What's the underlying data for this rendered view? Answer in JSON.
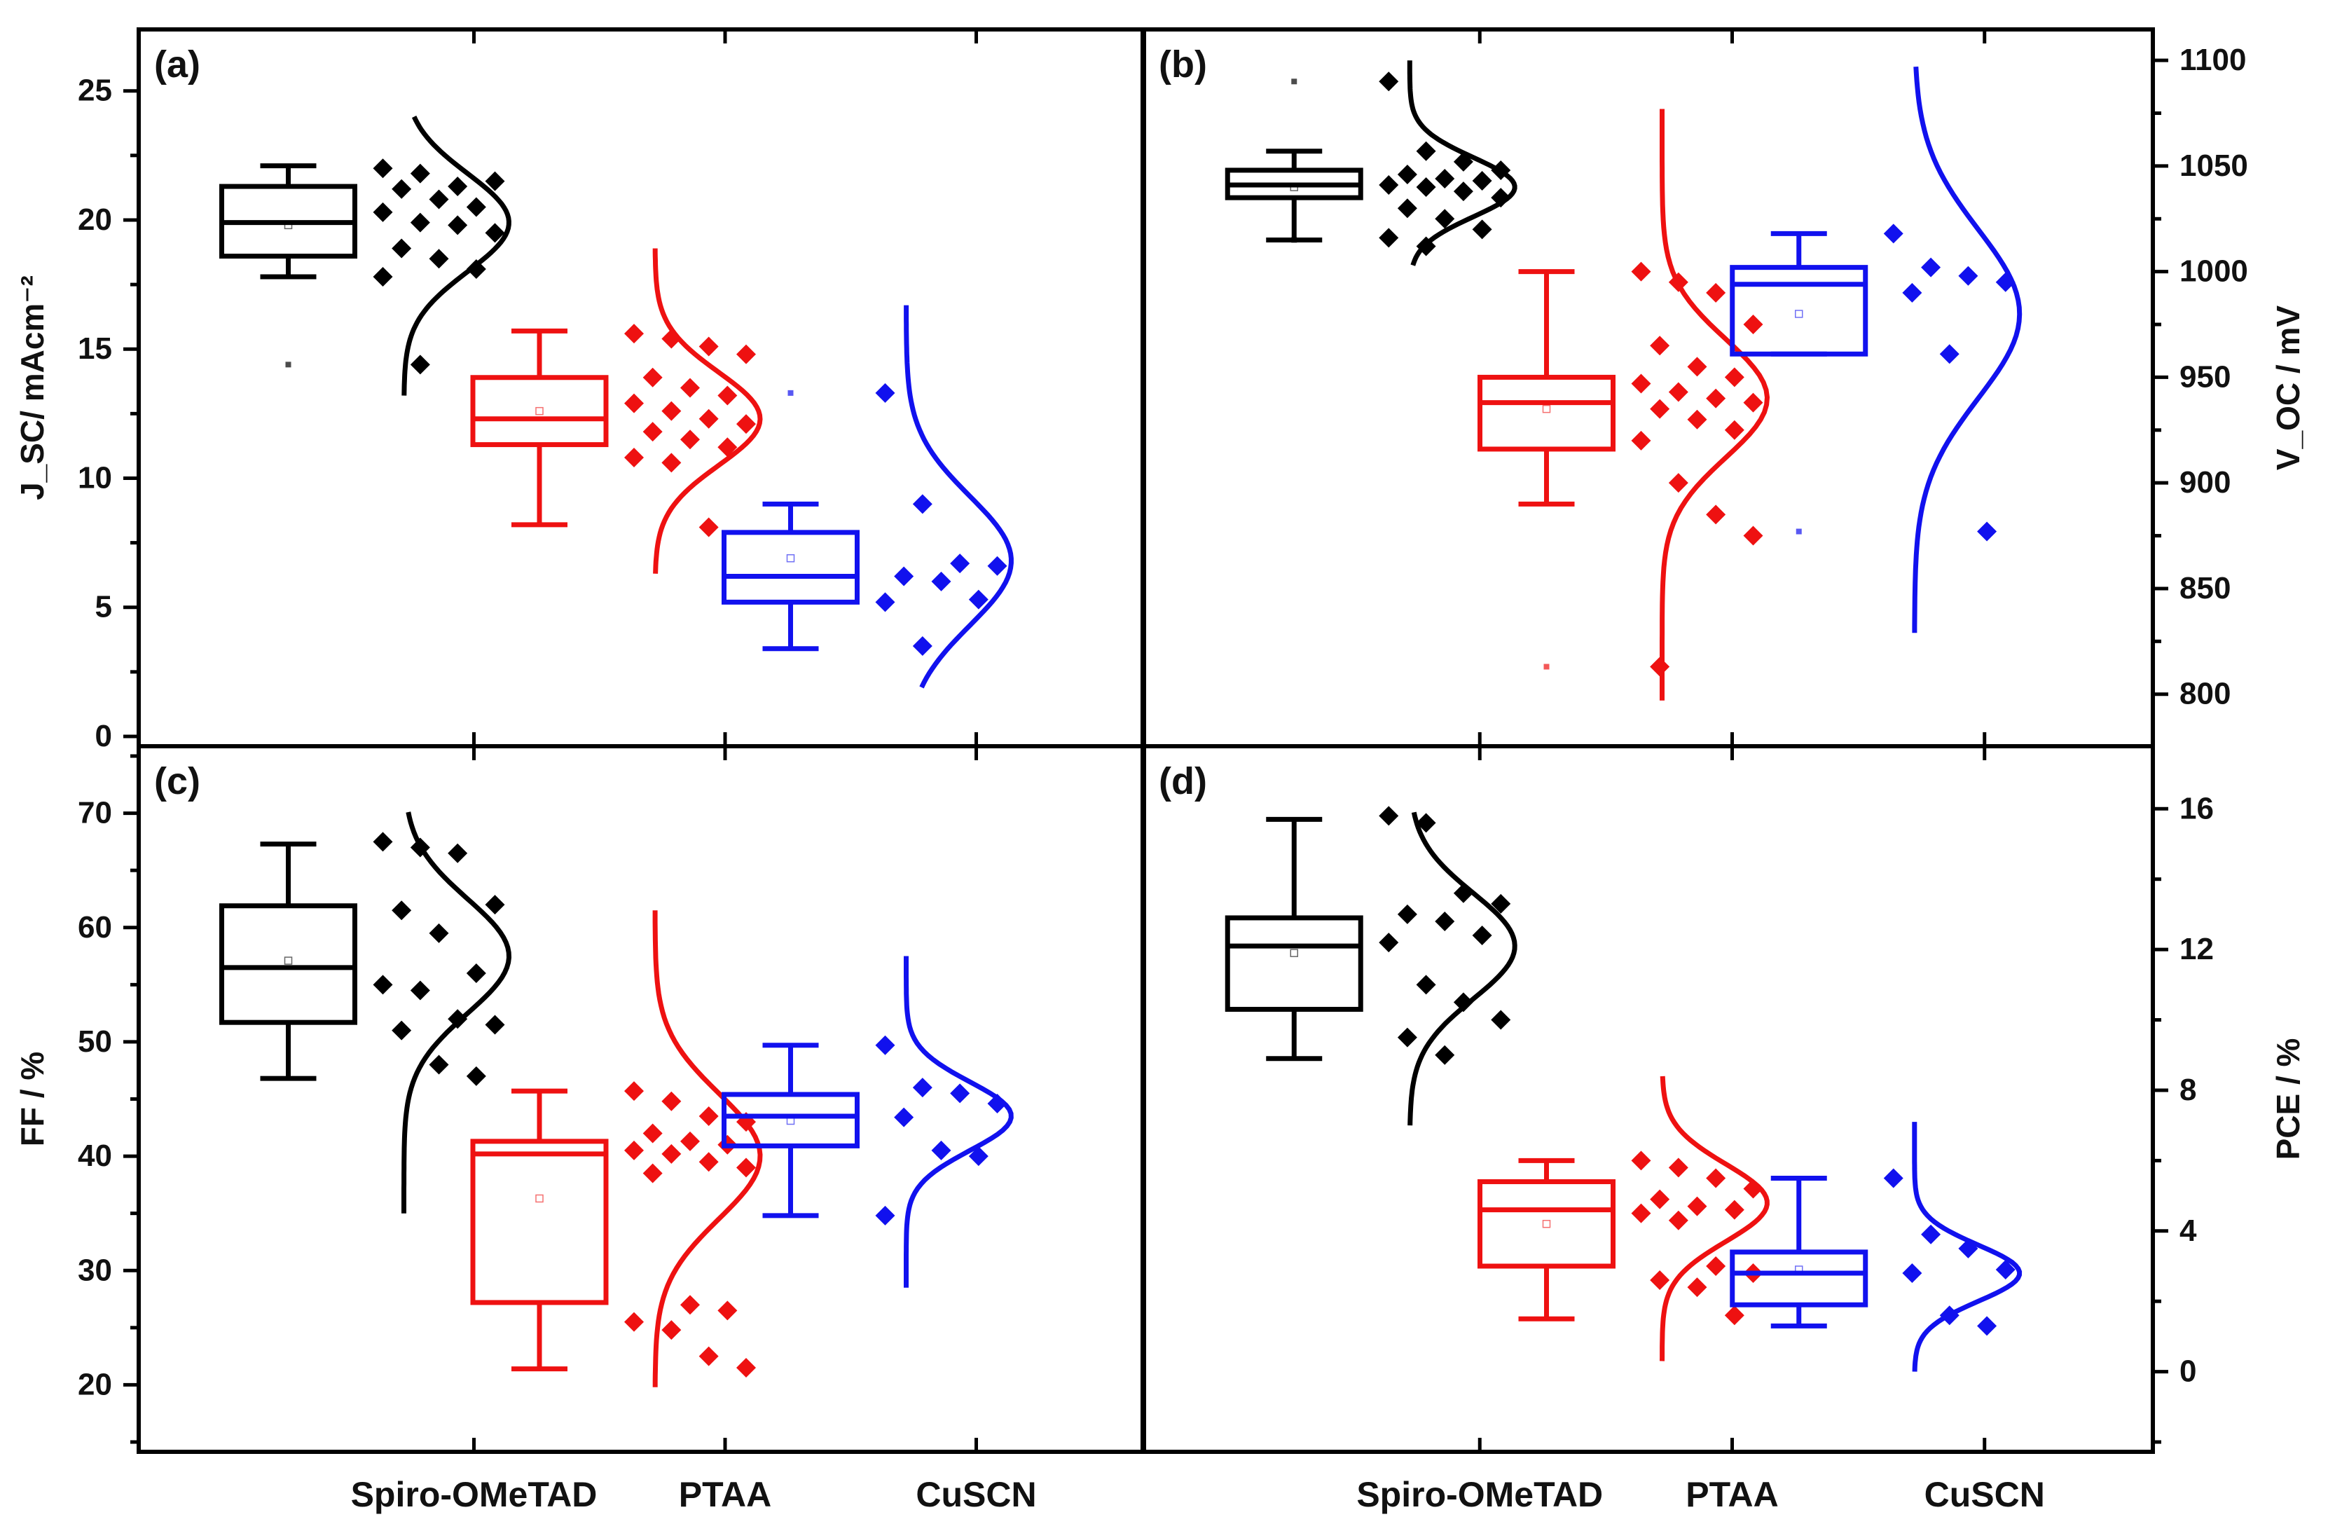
{
  "colors": {
    "Spiro-OMeTAD": "#000000",
    "PTAA": "#ee1111",
    "CuSCN": "#1111ee"
  },
  "categories": [
    "Spiro-OMeTAD",
    "PTAA",
    "CuSCN"
  ],
  "chart_data": [
    {
      "panel": "a",
      "label": "(a)",
      "type": "box+scatter+distribution",
      "ylabel": "J_SC/ mAcm⁻²",
      "ylim": [
        0,
        27
      ],
      "yticks": [
        0,
        5,
        10,
        15,
        20,
        25
      ],
      "yaxis": "left",
      "series": [
        {
          "category": "Spiro-OMeTAD",
          "box": {
            "whisker_low": 17.8,
            "q1": 18.6,
            "median": 19.9,
            "q3": 21.3,
            "whisker_high": 22.1
          },
          "mean": 19.8,
          "outliers": [
            14.4
          ],
          "points": [
            22.0,
            21.8,
            21.3,
            21.5,
            21.2,
            20.8,
            20.5,
            20.3,
            19.9,
            19.8,
            19.5,
            18.9,
            18.5,
            18.1,
            17.8,
            14.4
          ],
          "dist": {
            "mu": 19.9,
            "sigma": 1.9,
            "range": [
              13.2,
              24.0
            ]
          }
        },
        {
          "category": "PTAA",
          "box": {
            "whisker_low": 8.2,
            "q1": 11.3,
            "median": 12.3,
            "q3": 13.9,
            "whisker_high": 15.7
          },
          "mean": 12.6,
          "outliers": [],
          "points": [
            15.6,
            15.4,
            15.1,
            14.8,
            13.9,
            13.5,
            13.2,
            12.9,
            12.6,
            12.3,
            12.1,
            11.8,
            11.5,
            11.2,
            10.8,
            10.6,
            8.1
          ],
          "dist": {
            "mu": 12.3,
            "sigma": 1.8,
            "range": [
              6.3,
              18.9
            ]
          }
        },
        {
          "category": "CuSCN",
          "box": {
            "whisker_low": 3.4,
            "q1": 5.2,
            "median": 6.2,
            "q3": 7.9,
            "whisker_high": 9.0
          },
          "mean": 6.9,
          "outliers": [
            13.3
          ],
          "points": [
            13.3,
            9.0,
            6.7,
            6.6,
            6.2,
            6.0,
            5.3,
            5.2,
            3.5
          ],
          "dist": {
            "mu": 6.8,
            "sigma": 2.5,
            "range": [
              1.9,
              16.7
            ]
          }
        }
      ]
    },
    {
      "panel": "b",
      "label": "(b)",
      "type": "box+scatter+distribution",
      "ylabel": "V_OC / mV",
      "ylim": [
        780,
        1110
      ],
      "yticks": [
        800,
        850,
        900,
        950,
        1000,
        1050,
        1100
      ],
      "yaxis": "right",
      "series": [
        {
          "category": "Spiro-OMeTAD",
          "box": {
            "whisker_low": 1015,
            "q1": 1035,
            "median": 1041,
            "q3": 1048,
            "whisker_high": 1057
          },
          "mean": 1040,
          "outliers": [
            1090,
            1015
          ],
          "points": [
            1090,
            1057,
            1052,
            1048,
            1046,
            1044,
            1043,
            1041,
            1040,
            1038,
            1035,
            1030,
            1025,
            1020,
            1016,
            1012
          ],
          "dist": {
            "mu": 1040,
            "sigma": 14,
            "range": [
              1003,
              1100
            ]
          }
        },
        {
          "category": "PTAA",
          "box": {
            "whisker_low": 890,
            "q1": 916,
            "median": 938,
            "q3": 950,
            "whisker_high": 1000
          },
          "mean": 935,
          "outliers": [
            813
          ],
          "points": [
            1000,
            995,
            990,
            975,
            965,
            955,
            950,
            947,
            943,
            940,
            938,
            935,
            930,
            925,
            920,
            900,
            885,
            875,
            813
          ],
          "dist": {
            "mu": 940,
            "sigma": 28,
            "range": [
              797,
              1077
            ]
          }
        },
        {
          "category": "CuSCN",
          "box": {
            "whisker_low": 961,
            "q1": 961,
            "median": 994,
            "q3": 1002,
            "whisker_high": 1018
          },
          "mean": 980,
          "outliers": [
            877
          ],
          "points": [
            1018,
            1002,
            998,
            995,
            990,
            961,
            877
          ],
          "dist": {
            "mu": 980,
            "sigma": 40,
            "range": [
              829,
              1097
            ]
          }
        }
      ]
    },
    {
      "panel": "c",
      "label": "(c)",
      "type": "box+scatter+distribution",
      "ylabel": "FF / %",
      "ylim": [
        15,
        75
      ],
      "yticks": [
        20,
        30,
        40,
        50,
        60,
        70
      ],
      "yaxis": "left",
      "series": [
        {
          "category": "Spiro-OMeTAD",
          "box": {
            "whisker_low": 46.8,
            "q1": 51.7,
            "median": 56.5,
            "q3": 61.9,
            "whisker_high": 67.3
          },
          "mean": 57.1,
          "outliers": [],
          "points": [
            67.5,
            67.0,
            66.5,
            62.0,
            61.5,
            59.5,
            56.0,
            55.0,
            54.5,
            52.0,
            51.5,
            51.0,
            48.0,
            47.0
          ],
          "dist": {
            "mu": 57.5,
            "sigma": 5.0,
            "range": [
              35.0,
              70.1
            ]
          }
        },
        {
          "category": "PTAA",
          "box": {
            "whisker_low": 21.4,
            "q1": 27.2,
            "median": 40.2,
            "q3": 41.3,
            "whisker_high": 45.7
          },
          "mean": 36.3,
          "outliers": [],
          "points": [
            45.7,
            44.8,
            43.5,
            43.0,
            42.0,
            41.3,
            41.0,
            40.5,
            40.2,
            39.5,
            39.0,
            38.5,
            27.0,
            26.5,
            25.5,
            24.8,
            22.5,
            21.5
          ],
          "dist": {
            "mu": 40.0,
            "sigma": 5.5,
            "range": [
              19.8,
              61.5
            ]
          }
        },
        {
          "category": "CuSCN",
          "box": {
            "whisker_low": 34.8,
            "q1": 40.9,
            "median": 43.5,
            "q3": 45.4,
            "whisker_high": 49.7
          },
          "mean": 43.1,
          "outliers": [],
          "points": [
            49.7,
            46.0,
            45.5,
            44.6,
            43.4,
            40.5,
            40.0,
            34.8
          ],
          "dist": {
            "mu": 43.5,
            "sigma": 3.0,
            "range": [
              28.5,
              57.5
            ]
          }
        }
      ]
    },
    {
      "panel": "d",
      "label": "(d)",
      "type": "box+scatter+distribution",
      "ylabel": "PCE / %",
      "ylim": [
        -2,
        17.5
      ],
      "yticks": [
        0,
        4,
        8,
        12,
        16
      ],
      "yaxis": "right",
      "series": [
        {
          "category": "Spiro-OMeTAD",
          "box": {
            "whisker_low": 8.9,
            "q1": 10.3,
            "median": 12.1,
            "q3": 12.9,
            "whisker_high": 15.7
          },
          "mean": 11.9,
          "outliers": [],
          "points": [
            15.8,
            15.6,
            13.6,
            13.3,
            13.0,
            12.8,
            12.4,
            12.2,
            11.0,
            10.5,
            10.0,
            9.5,
            9.0
          ],
          "dist": {
            "mu": 12.1,
            "sigma": 1.5,
            "range": [
              7.0,
              15.9
            ]
          }
        },
        {
          "category": "PTAA",
          "box": {
            "whisker_low": 1.5,
            "q1": 3.0,
            "median": 4.6,
            "q3": 5.4,
            "whisker_high": 6.0
          },
          "mean": 4.2,
          "outliers": [],
          "points": [
            6.0,
            5.8,
            5.5,
            5.2,
            4.9,
            4.7,
            4.6,
            4.5,
            4.3,
            3.0,
            2.8,
            2.6,
            2.4,
            1.6
          ],
          "dist": {
            "mu": 4.8,
            "sigma": 1.1,
            "range": [
              0.3,
              8.4
            ]
          }
        },
        {
          "category": "CuSCN",
          "box": {
            "whisker_low": 1.3,
            "q1": 1.9,
            "median": 2.8,
            "q3": 3.4,
            "whisker_high": 5.5
          },
          "mean": 2.9,
          "outliers": [],
          "points": [
            5.5,
            3.9,
            3.5,
            2.9,
            2.8,
            1.6,
            1.3
          ],
          "dist": {
            "mu": 2.8,
            "sigma": 0.8,
            "range": [
              0.0,
              7.1
            ]
          }
        }
      ]
    }
  ]
}
